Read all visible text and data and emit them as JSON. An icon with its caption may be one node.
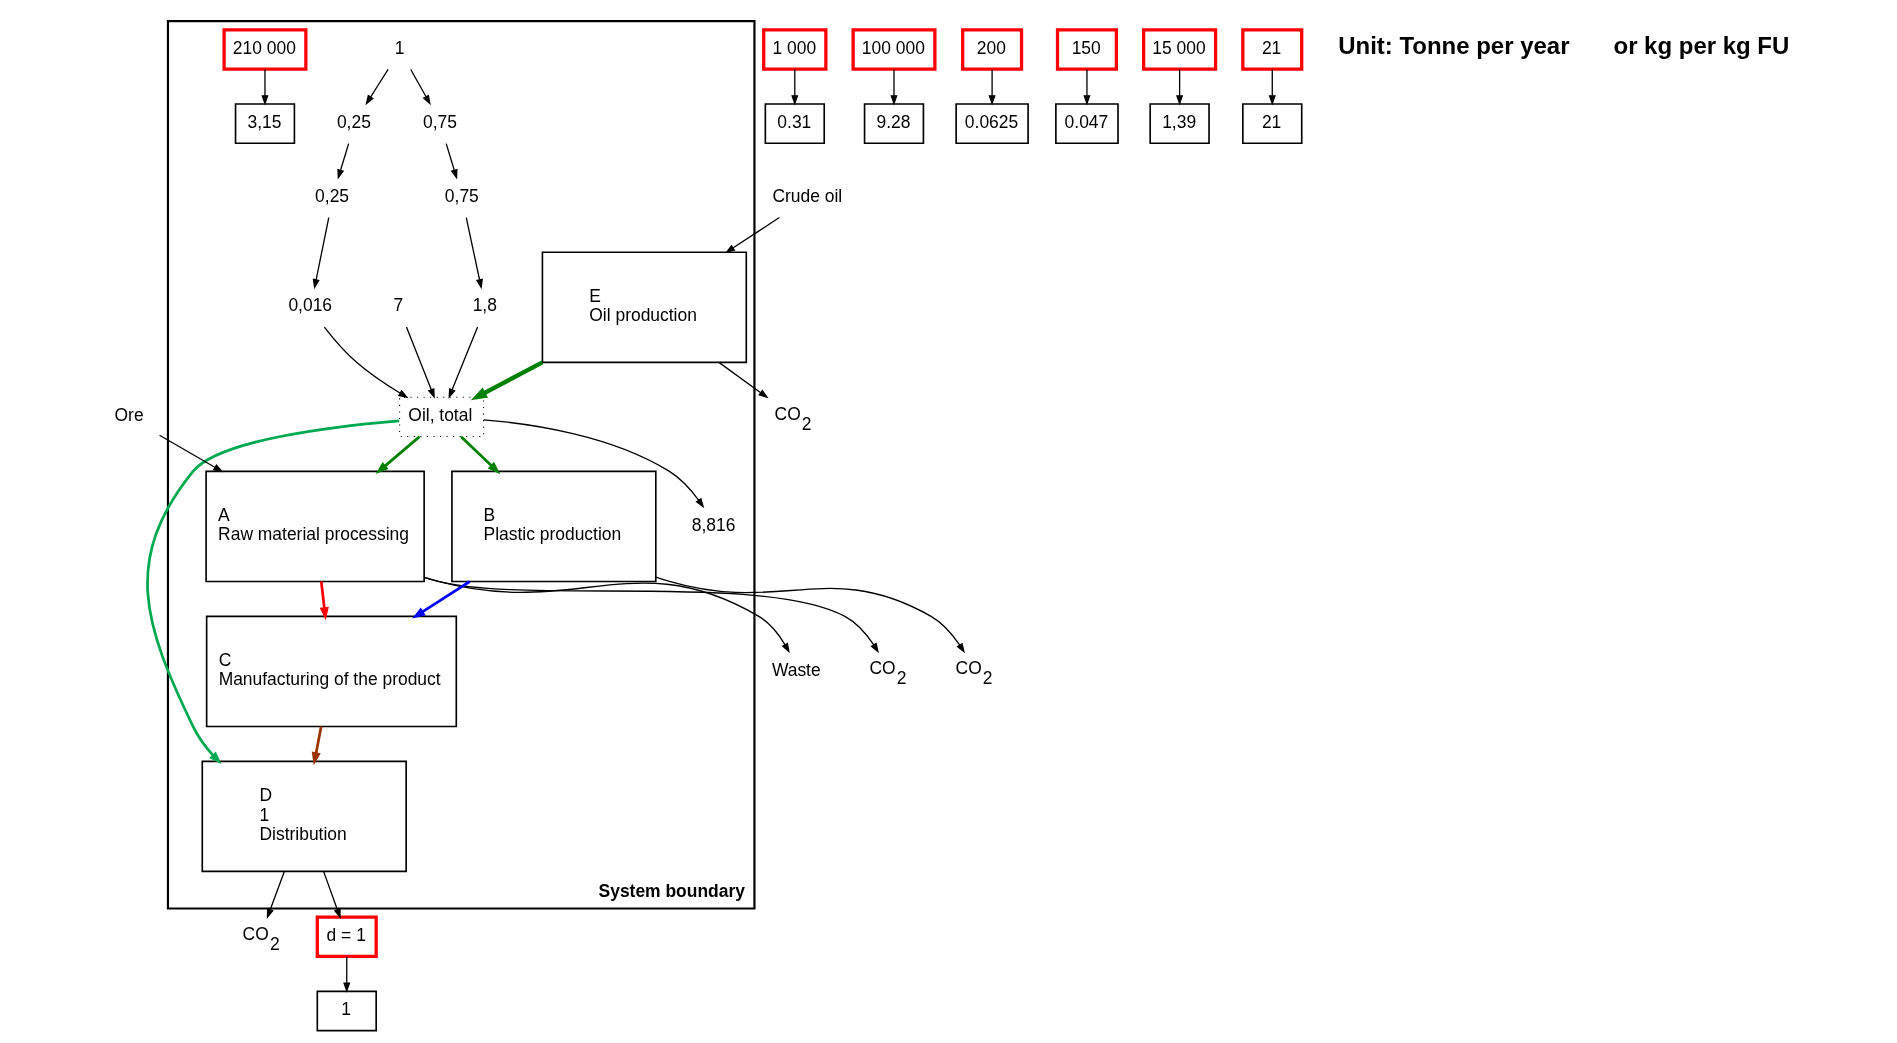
{
  "diagram": {
    "nodes": [
      {
        "text": [
          "System boundary"
        ]
      },
      {
        "text": [
          "Ore"
        ]
      },
      {
        "text": [
          "1 000"
        ]
      },
      {
        "text": [
          "0.31"
        ]
      },
      {
        "text": [
          "Crude oil"
        ]
      },
      {
        "text": [
          "100 000"
        ]
      },
      {
        "text": [
          "9.28"
        ]
      },
      {
        "text": [
          "E",
          "Oil production"
        ],
        "in": 0
      },
      {
        "text": [
          "Oil, total"
        ],
        "in": 0
      },
      {
        "text": [
          "8,816"
        ],
        "in": 0
      },
      {
        "text": [
          "0,016"
        ],
        "in": 0
      },
      {
        "text": [
          "A",
          "Raw material processing"
        ],
        "in": 0
      },
      {
        "text": [
          "B",
          "Plastic production"
        ],
        "in": 0
      },
      {
        "text": [
          "C",
          "Manufacturing of the product"
        ],
        "in": 0
      },
      {
        "text": [
          "D",
          "1",
          "Distribution"
        ],
        "in": 0
      },
      {
        "text": [
          "Waste"
        ]
      },
      {
        "text": [
          "200"
        ]
      },
      {
        "text": [
          "0.0625"
        ]
      },
      {
        "text": [
          "CO$_{2}$"
        ]
      },
      {
        "text": [
          "150"
        ]
      },
      {
        "text": [
          "0.047"
        ]
      },
      {
        "text": [
          "0,25"
        ],
        "in": 0
      },
      {
        "text": [
          "0,25"
        ],
        "in": 0
      },
      {
        "text": [
          "1"
        ],
        "in": 0
      },
      {
        "text": [
          "0,75"
        ],
        "in": 0
      },
      {
        "text": [
          "0,75"
        ],
        "in": 0
      },
      {
        "text": [
          "1,8"
        ],
        "in": 0
      },
      {
        "text": [
          "7"
        ],
        "in": 0
      },
      {
        "text": [
          "CO$_{2}$"
        ]
      },
      {
        "text": [
          "15 000"
        ]
      },
      {
        "text": [
          "1,39"
        ]
      },
      {
        "text": [
          "CO$_{2}$"
        ]
      },
      {
        "text": [
          "210 000"
        ],
        "in": 0
      },
      {
        "text": [
          "3,15"
        ],
        "in": 0
      },
      {
        "text": [
          "21"
        ]
      },
      {
        "text": [
          "21"
        ]
      },
      {
        "text": [
          "CO$_{2}$"
        ]
      },
      {
        "text": [
          "d = 1"
        ]
      },
      {
        "text": [
          "1"
        ]
      }
    ],
    "edges": [
      {
        "from": 1,
        "to": 11,
        "arrow": "to"
      },
      {
        "from": 2,
        "to": 3,
        "arrow": "to"
      },
      {
        "from": 4,
        "to": 7,
        "arrow": "to"
      },
      {
        "from": 5,
        "to": 6,
        "arrow": "to"
      },
      {
        "from": 7,
        "to": 8,
        "arrow": "to",
        "style": "thick",
        "color": "#008000"
      },
      {
        "from": 8,
        "to": 11,
        "arrow": "to",
        "color": "#008000"
      },
      {
        "from": 8,
        "to": 12,
        "arrow": "to",
        "color": "#008000"
      },
      {
        "from": 8,
        "to": 14,
        "arrow": "to",
        "color": "#00a84f"
      },
      {
        "from": 8,
        "to": 9,
        "arrow": "to"
      },
      {
        "from": 10,
        "to": 8,
        "arrow": "to"
      },
      {
        "from": 11,
        "to": 15,
        "arrow": "to"
      },
      {
        "from": 16,
        "to": 17,
        "arrow": "to"
      },
      {
        "from": 11,
        "to": 18,
        "arrow": "to"
      },
      {
        "from": 19,
        "to": 20,
        "arrow": "to"
      },
      {
        "from": 11,
        "to": 13,
        "arrow": "to",
        "color": "#ff0000"
      },
      {
        "from": 12,
        "to": 13,
        "arrow": "to",
        "color": "#0000ff"
      },
      {
        "from": 13,
        "to": 14,
        "arrow": "to",
        "color": "#993300"
      },
      {
        "from": 23,
        "to": 22,
        "arrow": "to"
      },
      {
        "from": 23,
        "to": 24,
        "arrow": "to"
      },
      {
        "from": 22,
        "to": 21,
        "arrow": "to"
      },
      {
        "from": 24,
        "to": 25,
        "arrow": "to"
      },
      {
        "from": 21,
        "to": 10,
        "arrow": "to"
      },
      {
        "from": 25,
        "to": 26,
        "arrow": "to"
      },
      {
        "from": 26,
        "to": 8,
        "arrow": "to"
      },
      {
        "from": 27,
        "to": 8,
        "arrow": "to"
      },
      {
        "from": 7,
        "to": 28,
        "arrow": "to"
      },
      {
        "from": 29,
        "to": 30,
        "arrow": "to"
      },
      {
        "from": 12,
        "to": 31,
        "arrow": "to"
      },
      {
        "from": 32,
        "to": 33,
        "arrow": "to"
      },
      {
        "from": 14,
        "to": 36,
        "arrow": "to"
      },
      {
        "from": 34,
        "to": 35,
        "arrow": "to"
      },
      {
        "from": 14,
        "to": 37,
        "arrow": "to"
      },
      {
        "from": 37,
        "to": 38,
        "arrow": "to"
      }
    ],
    "labels": [
      "Unit: Tonne per year",
      "or kg per kg FU"
    ]
  }
}
